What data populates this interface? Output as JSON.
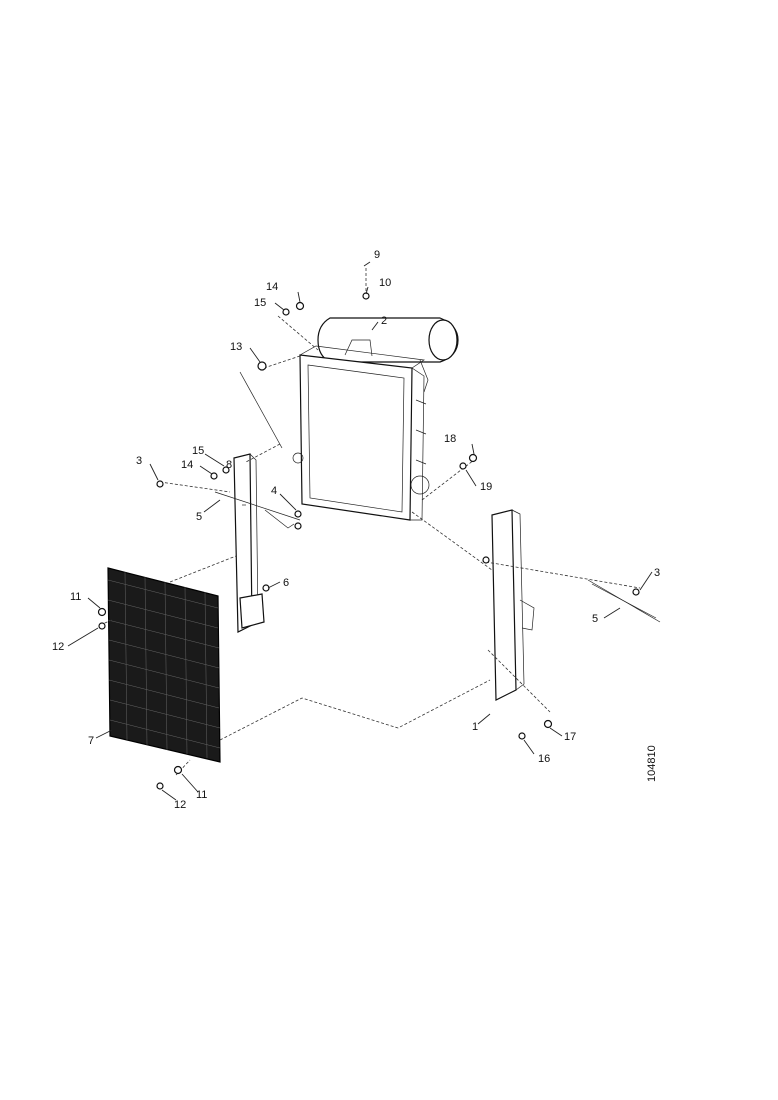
{
  "callouts": [
    {
      "id": "c1",
      "label": "1"
    },
    {
      "id": "c2",
      "label": "2"
    },
    {
      "id": "c3a",
      "label": "3"
    },
    {
      "id": "c3b",
      "label": "3"
    },
    {
      "id": "c4",
      "label": "4"
    },
    {
      "id": "c5a",
      "label": "5"
    },
    {
      "id": "c5b",
      "label": "5"
    },
    {
      "id": "c6",
      "label": "6"
    },
    {
      "id": "c7",
      "label": "7"
    },
    {
      "id": "c8",
      "label": "8"
    },
    {
      "id": "c9",
      "label": "9"
    },
    {
      "id": "c10",
      "label": "10"
    },
    {
      "id": "c11a",
      "label": "11"
    },
    {
      "id": "c11b",
      "label": "11"
    },
    {
      "id": "c12a",
      "label": "12"
    },
    {
      "id": "c12b",
      "label": "12"
    },
    {
      "id": "c13",
      "label": "13"
    },
    {
      "id": "c14a",
      "label": "14"
    },
    {
      "id": "c14b",
      "label": "14"
    },
    {
      "id": "c15a",
      "label": "15"
    },
    {
      "id": "c15b",
      "label": "15"
    },
    {
      "id": "c16",
      "label": "16"
    },
    {
      "id": "c17",
      "label": "17"
    },
    {
      "id": "c18",
      "label": "18"
    },
    {
      "id": "c19",
      "label": "19"
    }
  ],
  "reference_number": "104810"
}
